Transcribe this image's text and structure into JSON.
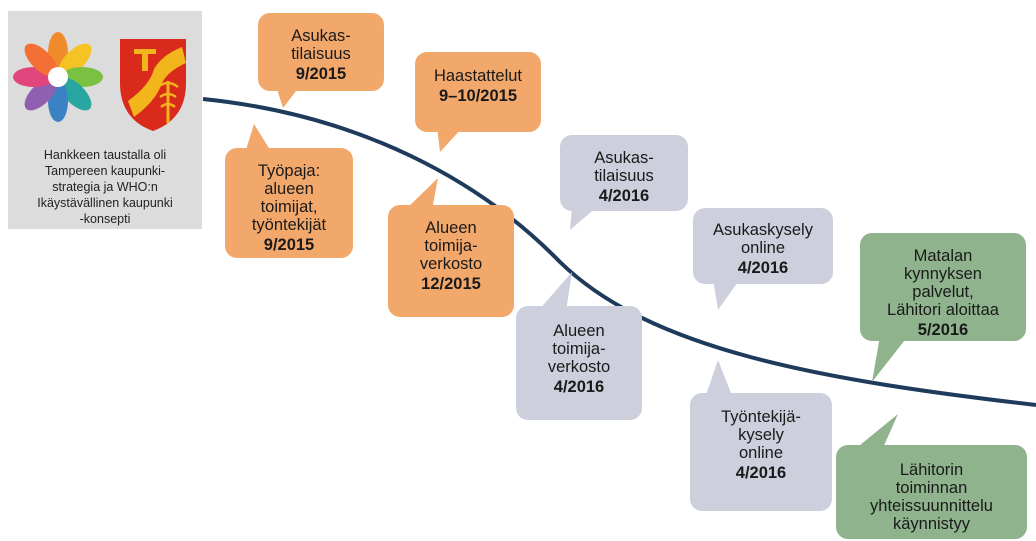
{
  "logo_caption": "Hankkeen taustalla oli\nTampereen kaupunki-\nstrategia ja WHO:n\nIkäystävällinen kaupunki\n-konsepti",
  "colors": {
    "orange": "#f3a86b",
    "grey": "#cdd0dc",
    "green": "#8fb38d",
    "timeline": "#1f3b5c",
    "flower": [
      "#f08a2a",
      "#f6c324",
      "#7cc043",
      "#2aa6a0",
      "#3b82c4",
      "#8f5fb0",
      "#e0457b",
      "#f36f35"
    ],
    "crest_red": "#d92a1c",
    "crest_gold": "#f2b51c"
  },
  "bubbles": [
    {
      "id": "asukastilaisuus-2015",
      "color": "orange",
      "lines": [
        "Asukas-",
        "tilaisuus"
      ],
      "date": "9/2015"
    },
    {
      "id": "tyopaja-2015",
      "color": "orange",
      "lines": [
        "Työpaja:",
        "alueen",
        "toimijat,",
        "työntekijät"
      ],
      "date": "9/2015"
    },
    {
      "id": "haastattelut-2015",
      "color": "orange",
      "lines": [
        "Haastattelut"
      ],
      "date": "9–10/2015"
    },
    {
      "id": "alueen-toimijaverkosto-2015",
      "color": "orange",
      "lines": [
        "Alueen",
        "toimija-",
        "verkosto"
      ],
      "date": "12/2015"
    },
    {
      "id": "asukastilaisuus-2016",
      "color": "grey",
      "lines": [
        "Asukas-",
        "tilaisuus"
      ],
      "date": "4/2016"
    },
    {
      "id": "alueen-toimijaverkosto-2016",
      "color": "grey",
      "lines": [
        "Alueen",
        "toimija-",
        "verkosto"
      ],
      "date": "4/2016"
    },
    {
      "id": "asukaskysely-2016",
      "color": "grey",
      "lines": [
        "Asukaskysely",
        "online"
      ],
      "date": "4/2016"
    },
    {
      "id": "tyontekijakysely-2016",
      "color": "grey",
      "lines": [
        "Työntekijä-",
        "kysely",
        "online"
      ],
      "date": "4/2016"
    },
    {
      "id": "matalan-kynnyksen-2016",
      "color": "green",
      "lines": [
        "Matalan",
        "kynnyksen",
        "palvelut,",
        "Lähitori aloittaa"
      ],
      "date": "5/2016"
    },
    {
      "id": "lahitorin-toiminnan",
      "color": "green",
      "lines": [
        "Lähitorin",
        "toiminnan",
        "yhteissuunnittelu",
        "käynnistyy"
      ],
      "date": ""
    }
  ]
}
